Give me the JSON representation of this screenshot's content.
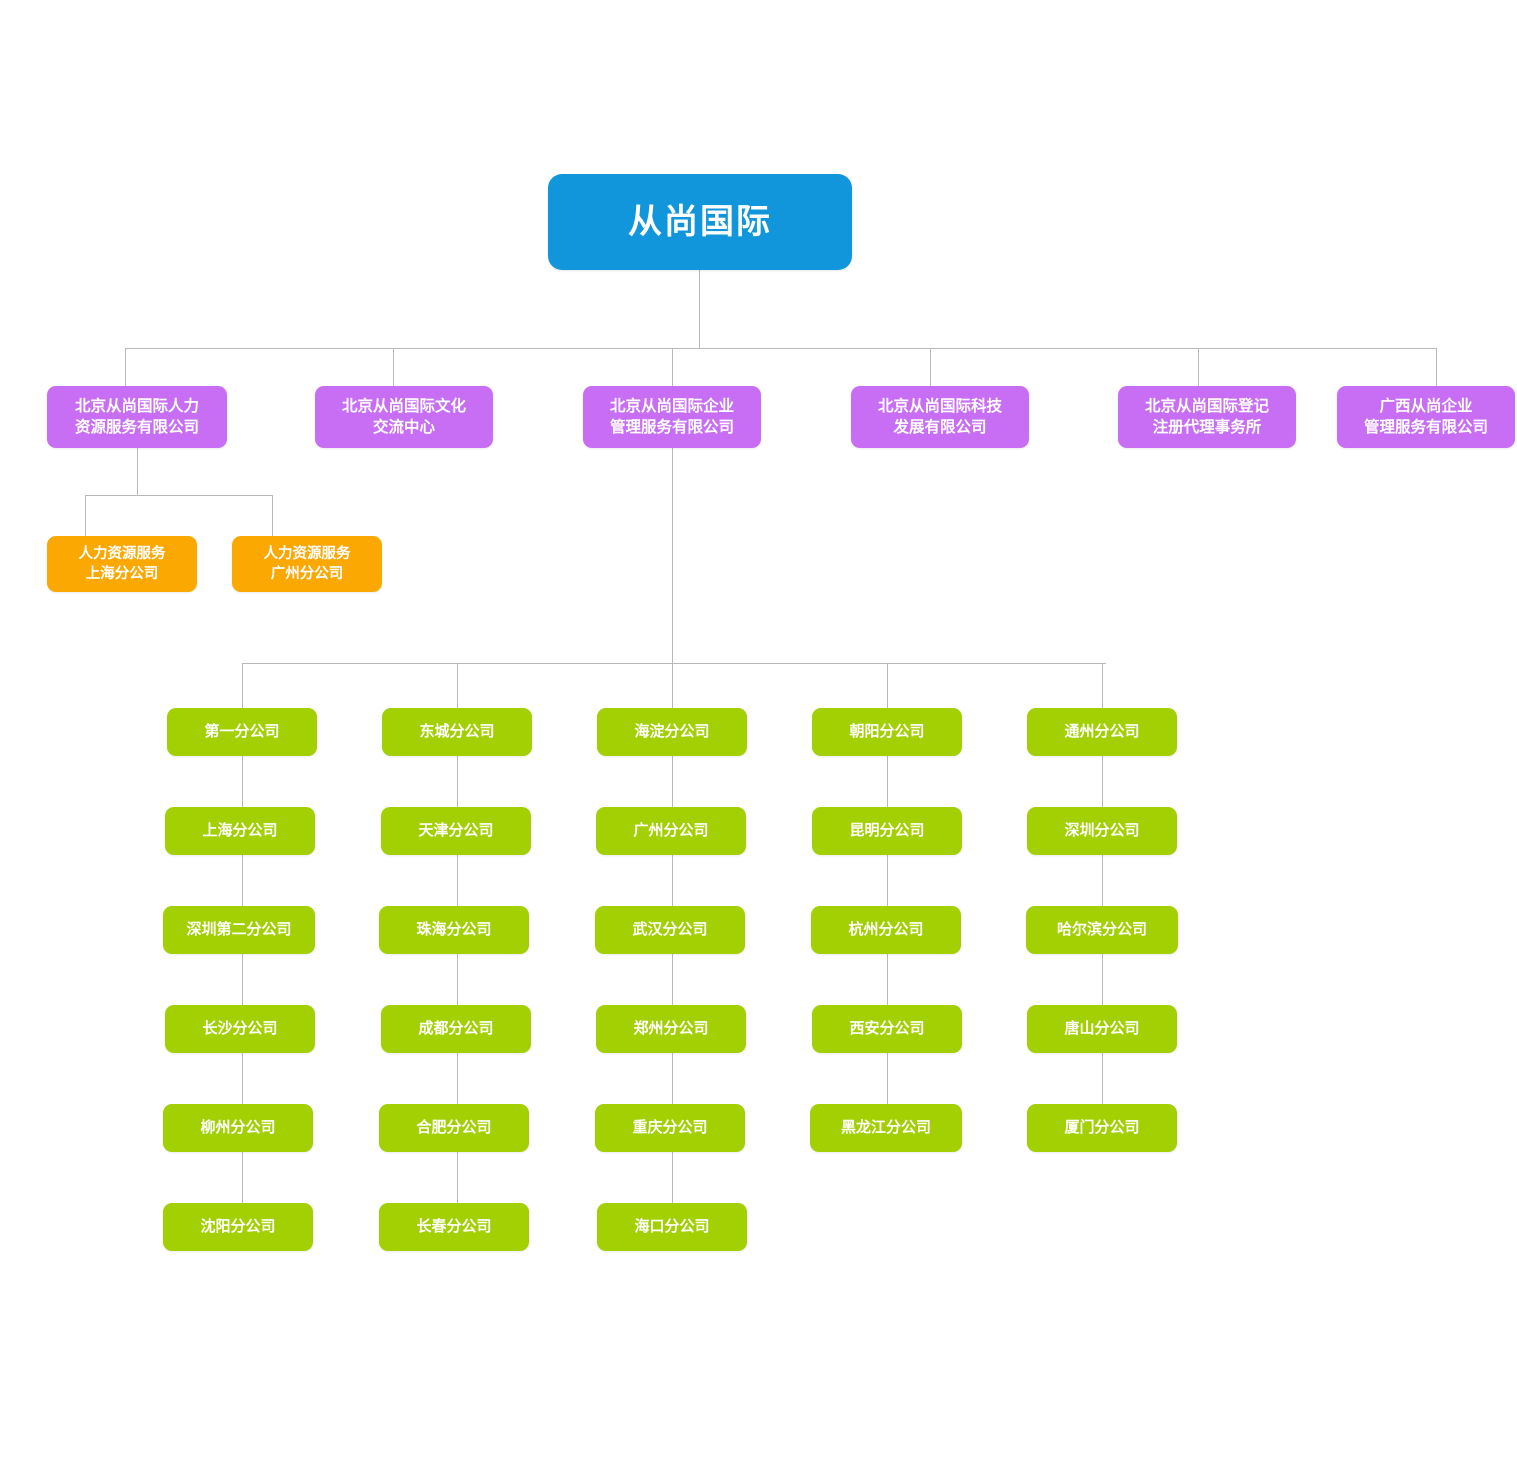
{
  "chart_type": "organization-chart",
  "colors": {
    "root": "#1296db",
    "division": "#c86ef5",
    "subsidiary": "#fca803",
    "branch": "#a2d002",
    "connector": "#b9b9b9",
    "background": "#ffffff",
    "text": "#ffffff"
  },
  "root": {
    "label": "从尚国际"
  },
  "divisions": [
    {
      "label": "北京从尚国际人力\n资源服务有限公司"
    },
    {
      "label": "北京从尚国际文化\n交流中心"
    },
    {
      "label": "北京从尚国际企业\n管理服务有限公司"
    },
    {
      "label": "北京从尚国际科技\n发展有限公司"
    },
    {
      "label": "北京从尚国际登记\n注册代理事务所"
    },
    {
      "label": "广西从尚企业\n管理服务有限公司"
    }
  ],
  "hr_subsidiaries": [
    {
      "label": "人力资源服务\n上海分公司"
    },
    {
      "label": "人力资源服务\n广州分公司"
    }
  ],
  "branch_columns": [
    {
      "nodes": [
        {
          "label": "第一分公司"
        },
        {
          "label": "上海分公司"
        },
        {
          "label": "深圳第二分公司"
        },
        {
          "label": "长沙分公司"
        },
        {
          "label": "柳州分公司"
        },
        {
          "label": "沈阳分公司"
        }
      ]
    },
    {
      "nodes": [
        {
          "label": "东城分公司"
        },
        {
          "label": "天津分公司"
        },
        {
          "label": "珠海分公司"
        },
        {
          "label": "成都分公司"
        },
        {
          "label": "合肥分公司"
        },
        {
          "label": "长春分公司"
        }
      ]
    },
    {
      "nodes": [
        {
          "label": "海淀分公司"
        },
        {
          "label": "广州分公司"
        },
        {
          "label": "武汉分公司"
        },
        {
          "label": "郑州分公司"
        },
        {
          "label": "重庆分公司"
        },
        {
          "label": "海口分公司"
        }
      ]
    },
    {
      "nodes": [
        {
          "label": "朝阳分公司"
        },
        {
          "label": "昆明分公司"
        },
        {
          "label": "杭州分公司"
        },
        {
          "label": "西安分公司"
        },
        {
          "label": "黑龙江分公司"
        }
      ]
    },
    {
      "nodes": [
        {
          "label": "通州分公司"
        },
        {
          "label": "深圳分公司"
        },
        {
          "label": "哈尔滨分公司"
        },
        {
          "label": "唐山分公司"
        },
        {
          "label": "厦门分公司"
        }
      ]
    }
  ]
}
